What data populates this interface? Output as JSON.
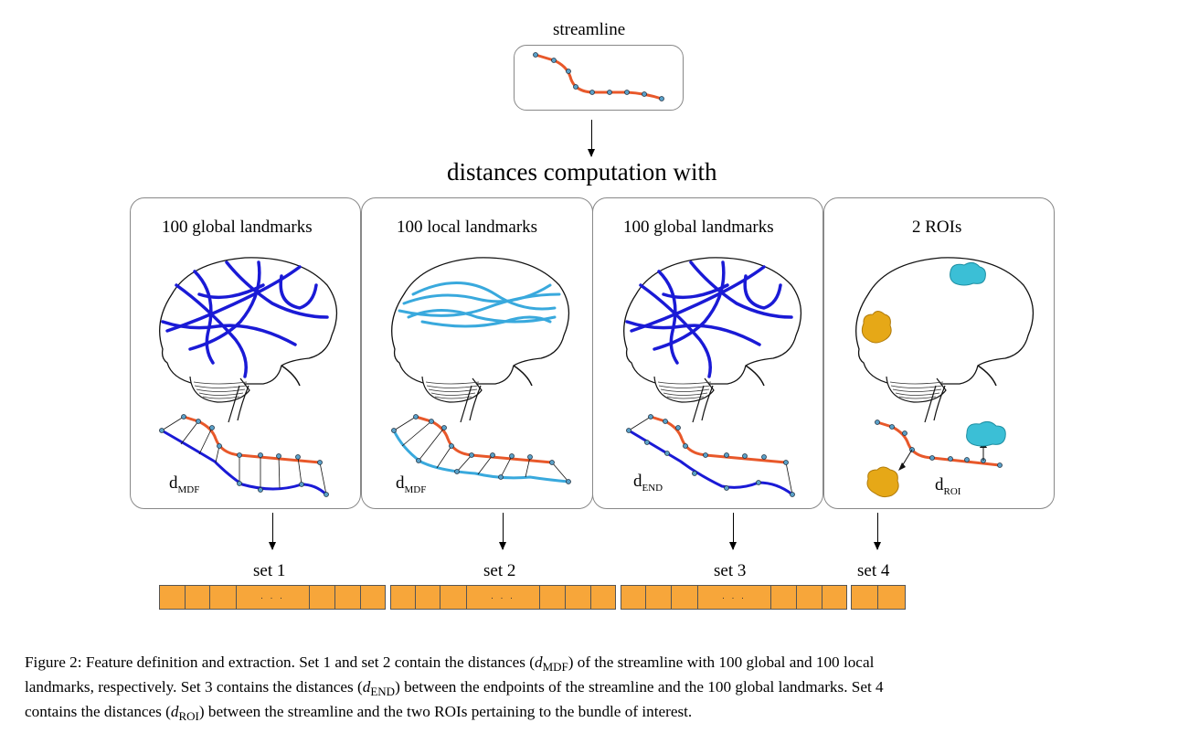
{
  "streamline_title": "streamline",
  "main_title": "distances computation with",
  "panels": [
    {
      "title": "100 global landmarks",
      "metric_main": "d",
      "metric_sub": "MDF"
    },
    {
      "title": "100 local landmarks",
      "metric_main": "d",
      "metric_sub": "MDF"
    },
    {
      "title": "100 global landmarks",
      "metric_main": "d",
      "metric_sub": "END"
    },
    {
      "title": "2 ROIs",
      "metric_main": "d",
      "metric_sub": "ROI"
    }
  ],
  "sets": [
    {
      "label": "set 1",
      "ellipsis": ". . ."
    },
    {
      "label": "set 2",
      "ellipsis": ". . ."
    },
    {
      "label": "set 3",
      "ellipsis": ". . ."
    },
    {
      "label": "set 4"
    }
  ],
  "caption": {
    "l1a": "Figure 2: Feature definition and extraction. Set 1 and set 2 contain the distances (",
    "l1sym": "d",
    "l1sub": "MDF",
    "l1b": ") of the streamline with 100 global and 100 local",
    "l2": "landmarks, respectively. Set 3 contains the distances (",
    "l2sym": "d",
    "l2sub": "END",
    "l2b": ") between the endpoints of the streamline and the 100 global landmarks. Set 4",
    "l3a": "contains the distances (",
    "l3sym": "d",
    "l3sub": "ROI",
    "l3b": ") between the streamline and the two ROIs pertaining to the bundle of interest."
  },
  "colors": {
    "streamline": "#e8582a",
    "global_landmark": "#1a1ad6",
    "local_landmark": "#39a9dd",
    "roi_yellow": "#e6a817",
    "roi_cyan": "#3bbfd6",
    "feature_cell": "#f7a63a"
  }
}
